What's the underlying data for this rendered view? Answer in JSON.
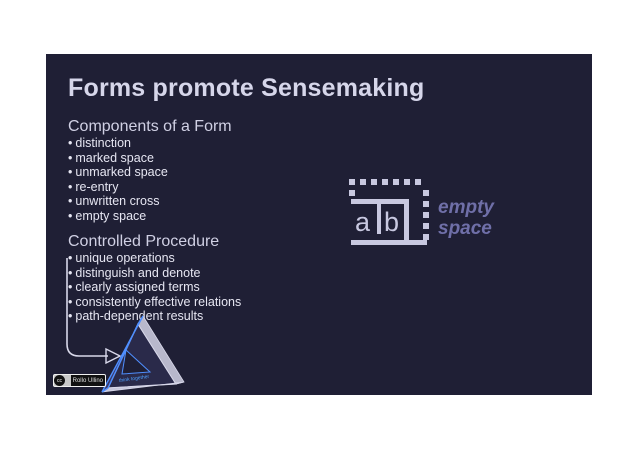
{
  "slide": {
    "title": "Forms promote Sensemaking",
    "components": {
      "heading": "Components of a Form",
      "items": [
        "distinction",
        "marked space",
        "unmarked space",
        "re-entry",
        "unwritten cross",
        "empty space"
      ]
    },
    "procedure": {
      "heading": "Controlled Procedure",
      "items": [
        "unique operations",
        "distinguish and denote",
        "clearly assigned terms",
        "consistently effective relations",
        "path-dependent results"
      ]
    },
    "form_graphic": {
      "left_letter": "a",
      "right_letter": "b",
      "empty_line1": "empty",
      "empty_line2": "space"
    },
    "cc_badge_text": "Rollo Ullino",
    "triangle_caption": "think together"
  },
  "colors": {
    "slide_background": "#1f1f35",
    "title_text": "#d6d6ea",
    "bullet_text": "#e6e6f2",
    "form_graphic": "#c8c8e0",
    "empty_space_text": "#6f6fa8",
    "triangle_outline": "#4f8fff"
  }
}
